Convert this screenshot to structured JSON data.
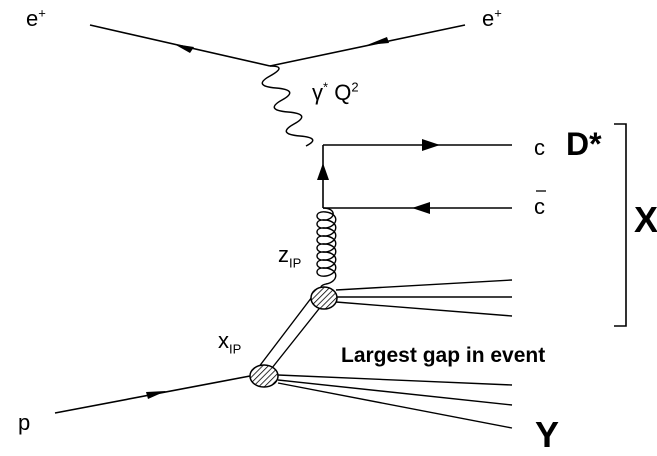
{
  "diagram": {
    "labels": {
      "e_left": "e",
      "e_left_sup": "+",
      "e_right": "e",
      "e_right_sup": "+",
      "gamma": "γ",
      "gamma_sup": "*",
      "q": "Q",
      "q_sup": "2",
      "c": "c",
      "cbar": "c",
      "dstar": "D*",
      "x_big": "X",
      "z": "z",
      "z_sub": "IP",
      "x": "x",
      "x_sub": "IP",
      "gap": "Largest gap in event",
      "p": "p",
      "y_big": "Y"
    },
    "colors": {
      "line": "#000000",
      "background": "#ffffff"
    }
  }
}
